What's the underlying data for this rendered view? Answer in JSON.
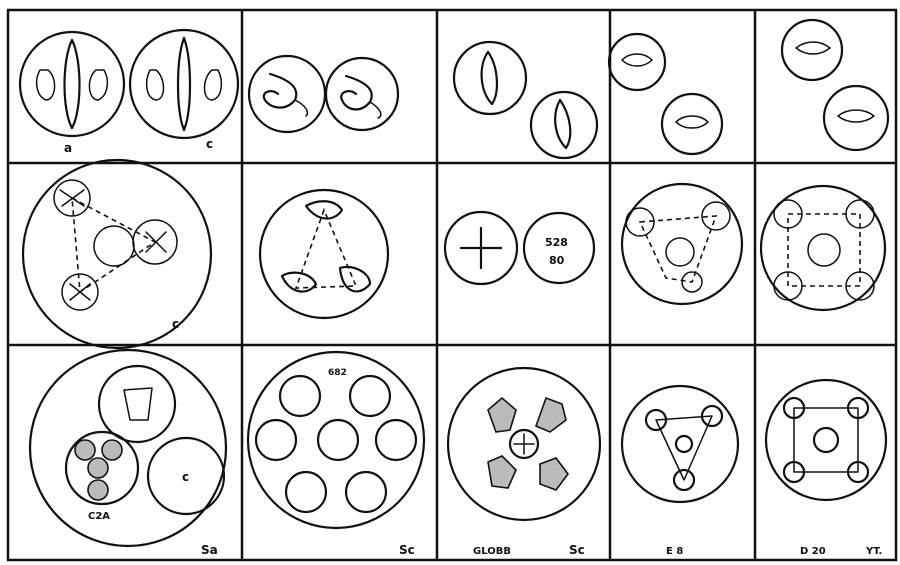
{
  "plate": {
    "labels": {
      "r1c1_left": "a",
      "r1c1_right": "c",
      "r2c1": "c",
      "r2c3_cell": "528\n80",
      "r3c1_inner": "C2A",
      "r3c1_mid": "c",
      "r3c1_cell": "Sa",
      "r3c2_top": "682",
      "r3c2_cell": "Sc",
      "r3c3_cell_left": "GLOBB",
      "r3c3_cell_right": "Sc",
      "r3c4_cell": "E 8",
      "r3c5_cell": "D 20",
      "r3c5_corner": "YT."
    },
    "colors": {
      "ink": "#111111",
      "paper": "#ffffff",
      "shade": "#bbbbbb"
    }
  }
}
